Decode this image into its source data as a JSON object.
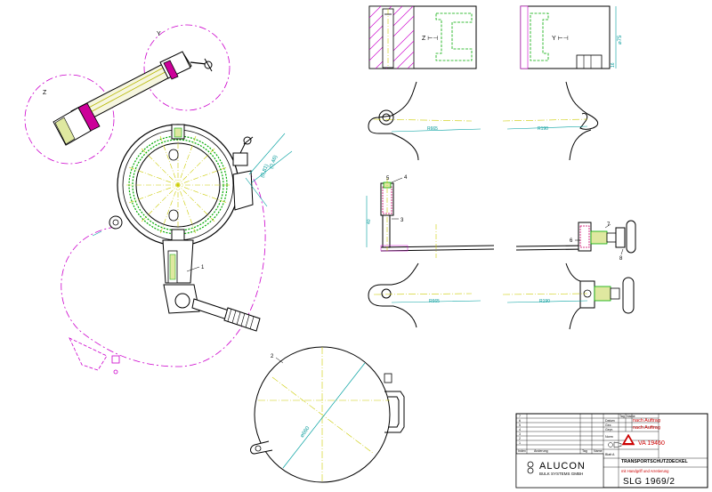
{
  "views": {
    "detail_z": "Z",
    "detail_y": "Y",
    "section_z": "Z ⊢⊣",
    "section_y": "Y ⊢⊣"
  },
  "dimensions": {
    "top_right_vertical": "⌀75",
    "top_right_small": "16",
    "slot_top_left": "R665",
    "slot_top_right": "R190",
    "slot_bottom_left": "R665",
    "slot_bottom_right": "R190",
    "side_height": "40",
    "angle_1": "(0,81)",
    "angle_2": "(0,46)",
    "cover_diameter": "⌀660"
  },
  "part_numbers": {
    "p1": "1",
    "p2": "2",
    "p3": "3",
    "p4": "4",
    "p5": "5",
    "p6": "6",
    "p7": "7",
    "p8": "8"
  },
  "title_block": {
    "title": "TRANSPORTSCHUTZDECKEL",
    "subtitle": "mit Handgriff und Arretierung",
    "drawing_number": "SLG 1969/2",
    "order_number": "VA 19460",
    "company_name": "ALUCON",
    "company_sub": "BULK SYSTEMS GMBH",
    "material_1": "nach Auftrag",
    "material_2": "nach Auftrag",
    "sheet_label": "Blatt A",
    "rev_header_index": "Index",
    "rev_header_change": "Änderung",
    "rev_header_date": "Tag",
    "rev_header_name": "Name",
    "rev_rows": [
      "7",
      "6",
      "5",
      "4",
      "3",
      "2",
      "1"
    ],
    "head_tag": "Tag",
    "head_name": "Name",
    "head_datum": "Datum",
    "row_gez": "Gez.",
    "row_gepr": "Gepr.",
    "row_norm": "Norm"
  },
  "colors": {
    "outline": "#000000",
    "center_line": "#cccc00",
    "dimension": "#00a0a0",
    "hidden": "#00aa00",
    "phantom": "#cc00cc",
    "hatch": "#cc00cc",
    "thread": "#cc0066",
    "title_red": "#cc0000"
  },
  "icons": {
    "logo": "alucon-logo-icon",
    "warning": "warning-triangle-icon",
    "projection": "projection-symbol-icon"
  }
}
